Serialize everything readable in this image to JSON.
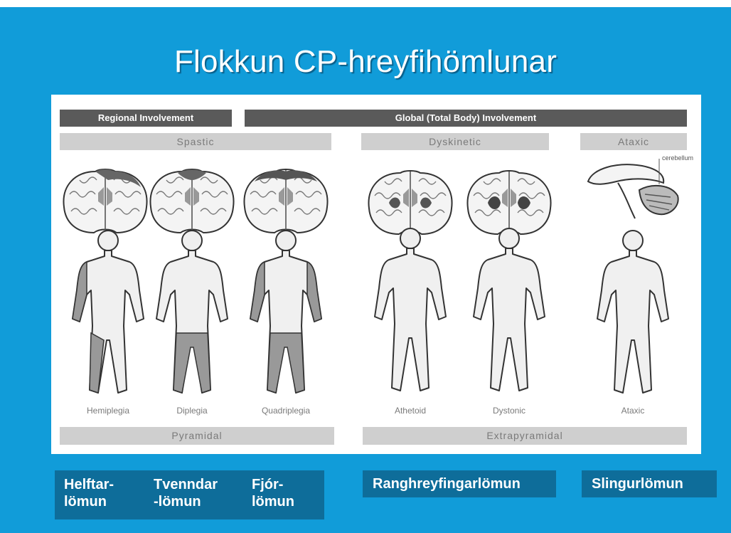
{
  "slide": {
    "title": "Flokkun CP-hreyfihömlunar"
  },
  "figure": {
    "headers": {
      "regional": "Regional Involvement",
      "global": "Global (Total Body) Involvement"
    },
    "subheaders": {
      "spastic": "Spastic",
      "dyskinetic": "Dyskinetic",
      "ataxic": "Ataxic"
    },
    "annotation": "cerebellum",
    "figure_labels": {
      "hemiplegia": "Hemiplegia",
      "diplegia": "Diplegia",
      "quadriplegia": "Quadriplegia",
      "athetoid": "Athetoid",
      "dystonic": "Dystonic",
      "ataxic": "Ataxic"
    },
    "footers": {
      "pyramidal": "Pyramidal",
      "extrapyramidal": "Extrapyramidal"
    }
  },
  "labels": {
    "helftar_line1": "Helftar-",
    "helftar_line2": "lömun",
    "tvenndar_line1": "Tvenndar",
    "tvenndar_line2": "-lömun",
    "fjor_line1": "Fjór-",
    "fjor_line2": "lömun",
    "ranghreyfingar": "Ranghreyfingarlömun",
    "slingur": "Slingurlömun"
  },
  "colors": {
    "background": "#119cd9",
    "label_box": "#0e6d9a",
    "header_bar": "#5a5a5a",
    "subheader_bar": "#cfcfcf"
  }
}
